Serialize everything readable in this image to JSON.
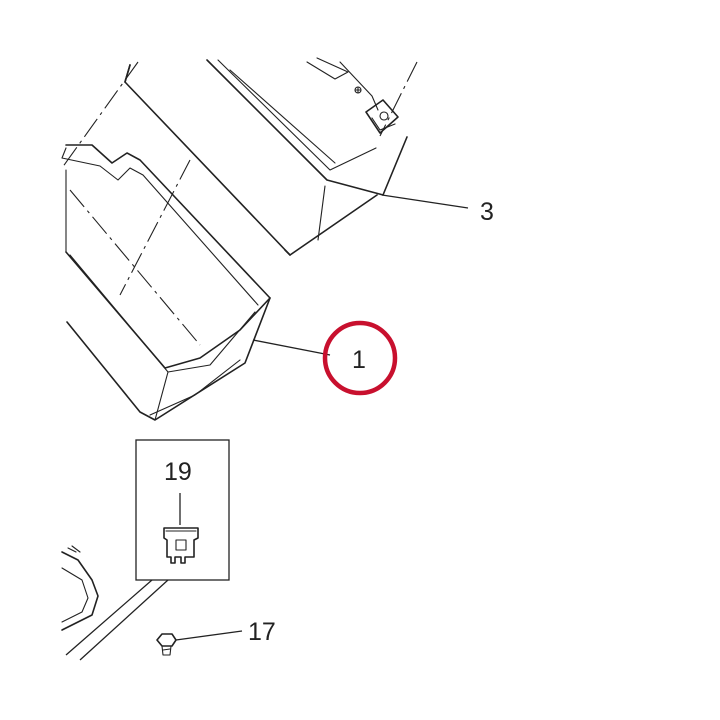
{
  "callouts": {
    "part_1": "1",
    "part_3": "3",
    "part_17": "17",
    "part_19": "19"
  },
  "highlight": {
    "color": "#c8102e"
  }
}
